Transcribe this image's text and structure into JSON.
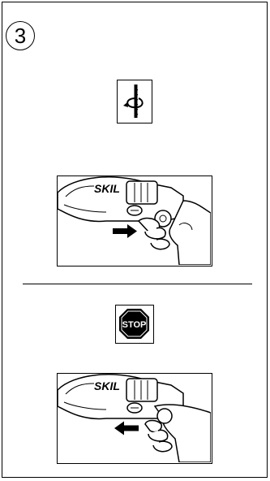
{
  "step": {
    "number": "3"
  },
  "panels": {
    "top": {
      "brand": "SKIL",
      "arrow_direction": "right"
    },
    "bottom": {
      "brand": "SKIL",
      "arrow_direction": "left"
    }
  },
  "stop_sign": {
    "label": "STOP"
  },
  "icons": {
    "rotation": "drill-rotation-icon",
    "stop": "stop-sign-icon",
    "arrow_top": "arrow-right-icon",
    "arrow_bottom": "arrow-left-icon"
  },
  "colors": {
    "ink": "#000000",
    "paper": "#ffffff"
  }
}
